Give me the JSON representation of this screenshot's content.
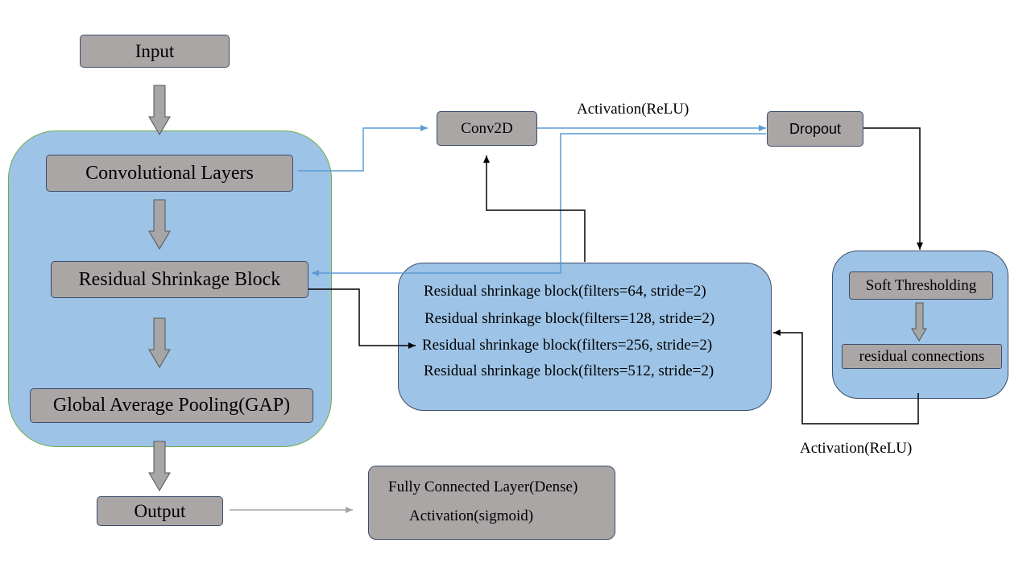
{
  "nodes": {
    "input": "Input",
    "conv_layers": "Convolutional Layers",
    "residual_block": "Residual Shrinkage Block",
    "gap": "Global Average Pooling(GAP)",
    "output": "Output",
    "conv2d": "Conv2D",
    "dropout": "Dropout",
    "soft_thresholding": "Soft Thresholding",
    "residual_connections": "residual connections"
  },
  "residual_blocks": [
    "Residual shrinkage block(filters=64, stride=2)",
    "Residual shrinkage block(filters=128, stride=2)",
    "Residual shrinkage block(filters=256, stride=2)",
    "Residual shrinkage block(filters=512, stride=2)"
  ],
  "dense_box": {
    "line1": "Fully Connected Layer(Dense)",
    "line2": "Activation(sigmoid)"
  },
  "edge_labels": {
    "relu_top": "Activation(ReLU)",
    "relu_bottom": "Activation(ReLU)"
  },
  "colors": {
    "panel_fill": "#9dc3e6",
    "node_fill": "#aaa6a6",
    "blue_line": "#5b9bd5",
    "black_line": "#000000",
    "gray_line": "#a6a6a6"
  }
}
